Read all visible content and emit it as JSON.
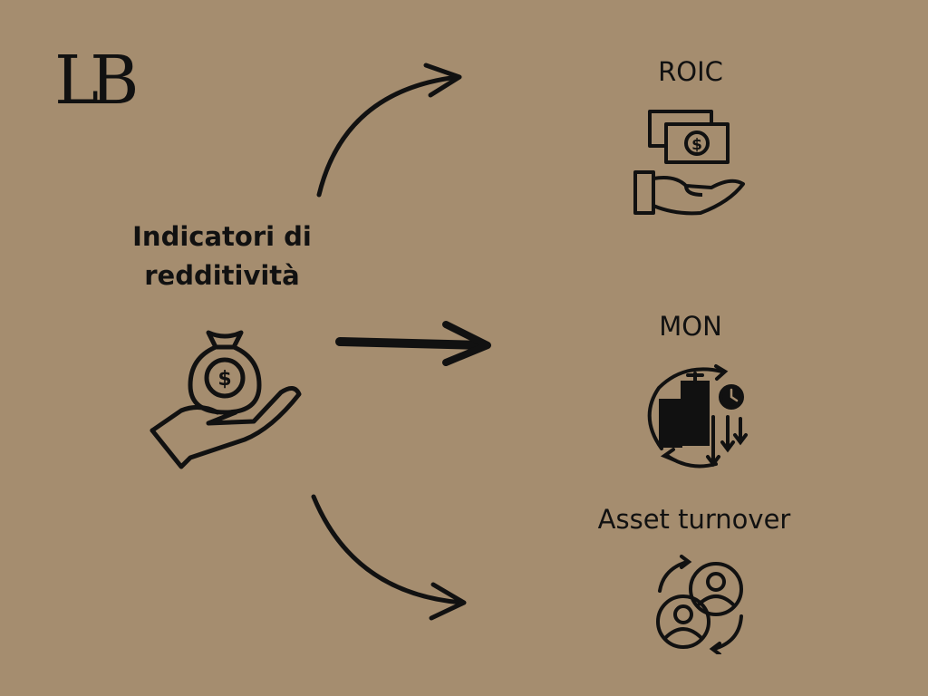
{
  "logo": "LB",
  "center": {
    "title_line1": "Indicatori di",
    "title_line2": "redditività",
    "icon": "money-bag-hand-icon"
  },
  "targets": [
    {
      "label": "ROIC",
      "icon": "cash-hand-icon"
    },
    {
      "label": "MON",
      "icon": "building-cycle-icon"
    },
    {
      "label": "Asset turnover",
      "icon": "people-cycle-icon"
    }
  ],
  "colors": {
    "background": "#A58D6F",
    "foreground": "#111111"
  }
}
